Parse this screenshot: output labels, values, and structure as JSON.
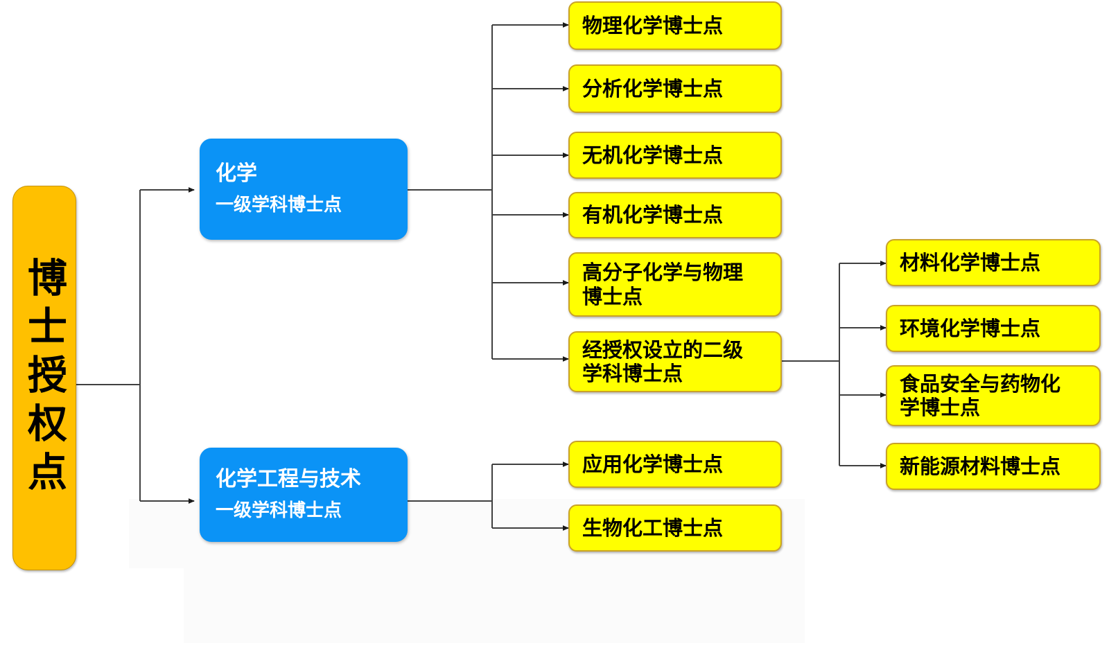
{
  "diagram": {
    "type": "org-tree",
    "title": "博士授权点",
    "direction": "left-to-right",
    "colors": {
      "root_fill": "#FFC000",
      "root_border": "#C69200",
      "level1_fill": "#0B93F6",
      "level1_text": "#FFFFFF",
      "leaf_fill": "#FFFF00",
      "leaf_border": "#C9A227",
      "leaf_text": "#000000",
      "connector": "#404040",
      "background": "#FFFFFF"
    }
  },
  "root": {
    "id": "root",
    "label": "博士授权点",
    "orientation": "vertical"
  },
  "level1": [
    {
      "id": "chemistry",
      "title": "化学",
      "subtitle": "一级学科博士点"
    },
    {
      "id": "chem-eng",
      "title": "化学工程与技术",
      "subtitle": "一级学科博士点"
    }
  ],
  "level2_chemistry": [
    {
      "id": "phys-chem",
      "label": "物理化学博士点"
    },
    {
      "id": "anal-chem",
      "label": "分析化学博士点"
    },
    {
      "id": "inorg-chem",
      "label": "无机化学博士点"
    },
    {
      "id": "org-chem",
      "label": "有机化学博士点"
    },
    {
      "id": "polymer-chem",
      "label": "高分子化学与物理\n博士点"
    },
    {
      "id": "authorized-secondary",
      "label": "经授权设立的二级\n学科博士点"
    }
  ],
  "level2_chem_eng": [
    {
      "id": "applied-chem",
      "label": "应用化学博士点"
    },
    {
      "id": "bio-chem-eng",
      "label": "生物化工博士点"
    }
  ],
  "level3_authorized": [
    {
      "id": "mat-chem",
      "label": "材料化学博士点"
    },
    {
      "id": "env-chem",
      "label": "环境化学博士点"
    },
    {
      "id": "food-drug-chem",
      "label": "食品安全与药物化\n学博士点"
    },
    {
      "id": "new-energy-mat",
      "label": "新能源材料博士点"
    }
  ]
}
